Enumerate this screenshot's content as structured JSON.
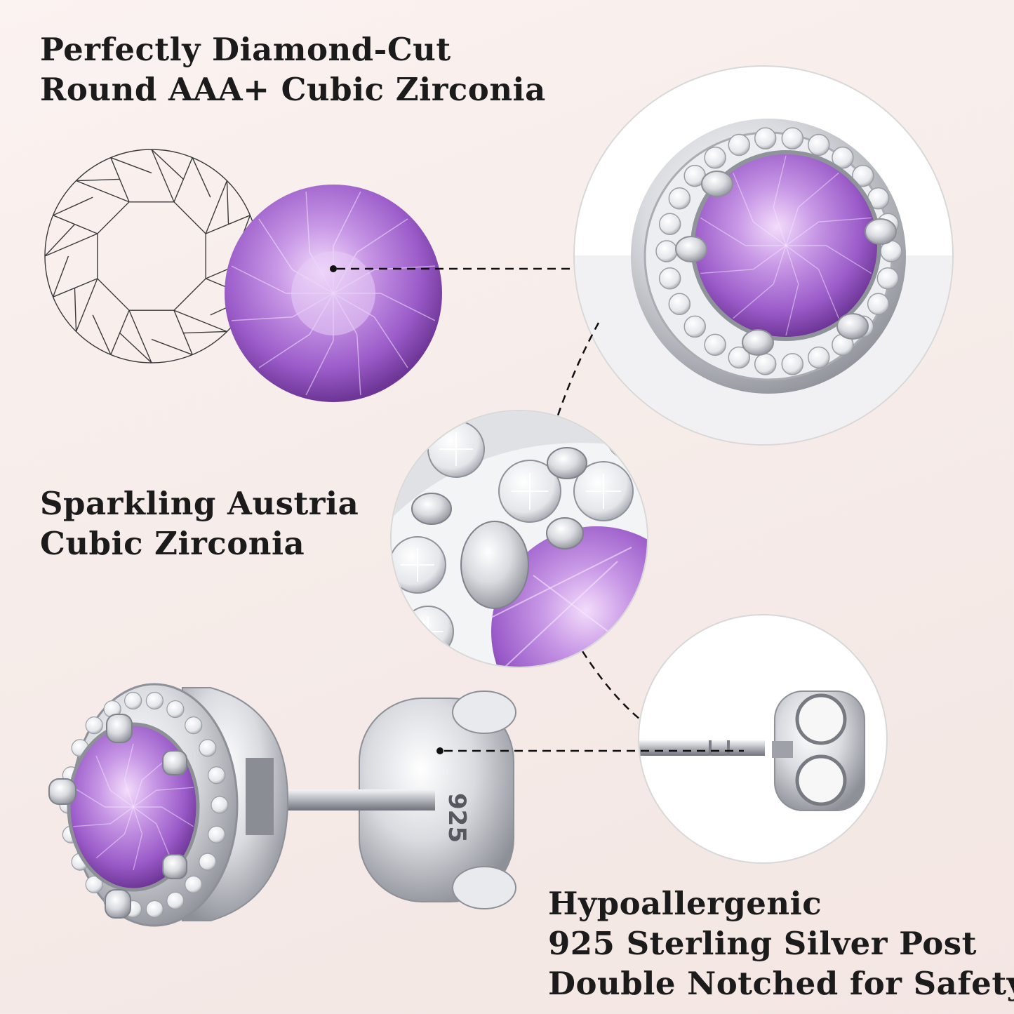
{
  "features": {
    "cut": {
      "line1": "Perfectly Diamond-Cut",
      "line2": "Round AAA+ Cubic Zirconia"
    },
    "sparkle": {
      "line1": "Sparkling Austria",
      "line2": "Cubic Zirconia"
    },
    "post": {
      "line1": "Hypoallergenic",
      "line2": "925 Sterling Silver Post",
      "line3": "Double Notched for Safety"
    }
  },
  "stamp": "925",
  "colors": {
    "amethyst": "#b07ad8",
    "amethyst_dark": "#7b3fa8",
    "silver": "#c9cbd0",
    "text": "#1b1b1b"
  },
  "icons": [
    "diamond-facet-diagram-icon",
    "gem-icon",
    "earring-icon",
    "earring-back-icon"
  ]
}
